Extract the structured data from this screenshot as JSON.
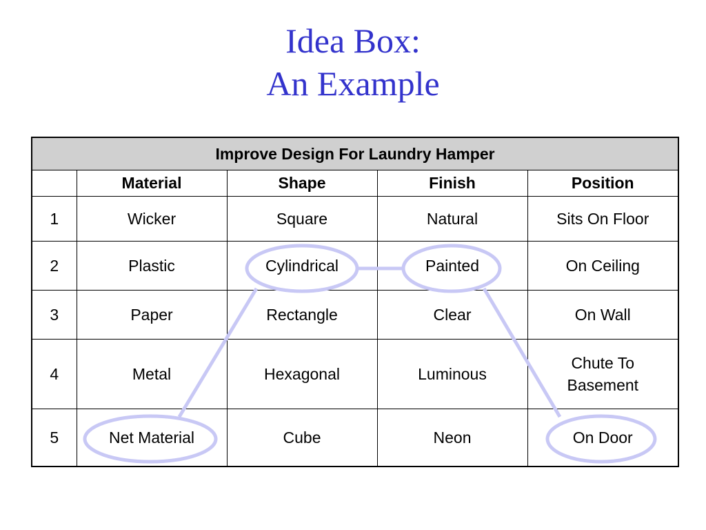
{
  "slide": {
    "title_line1": "Idea Box:",
    "title_line2": "An Example"
  },
  "table": {
    "caption": "Improve Design For Laundry Hamper",
    "columns": [
      "",
      "Material",
      "Shape",
      "Finish",
      "Position"
    ],
    "rows": [
      {
        "num": "1",
        "material": "Wicker",
        "shape": "Square",
        "finish": "Natural",
        "position": "Sits On Floor"
      },
      {
        "num": "2",
        "material": "Plastic",
        "shape": "Cylindrical",
        "finish": "Painted",
        "position": "On Ceiling"
      },
      {
        "num": "3",
        "material": "Paper",
        "shape": "Rectangle",
        "finish": "Clear",
        "position": "On Wall"
      },
      {
        "num": "4",
        "material": "Metal",
        "shape": "Hexagonal",
        "finish": "Luminous",
        "position": "Chute To Basement"
      },
      {
        "num": "5",
        "material": "Net Material",
        "shape": "Cube",
        "finish": "Neon",
        "position": "On Door"
      }
    ]
  },
  "highlight": {
    "color": "#c8c8f5",
    "selected": [
      "Net Material",
      "Cylindrical",
      "Painted",
      "On Door"
    ]
  }
}
